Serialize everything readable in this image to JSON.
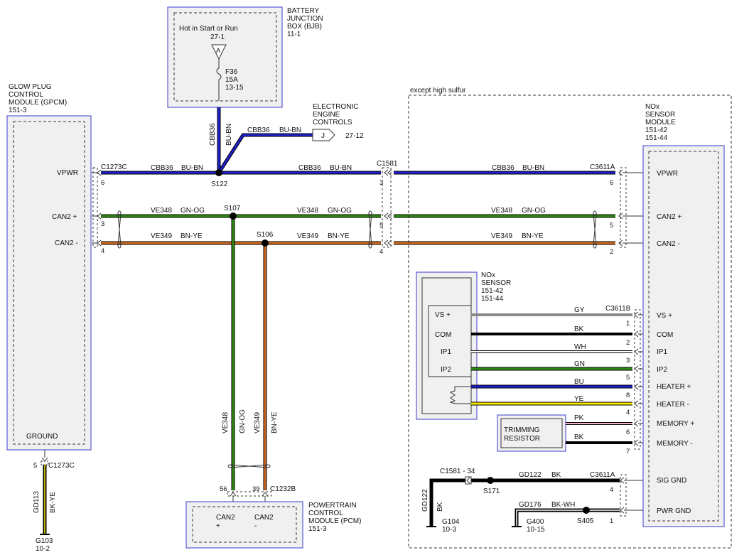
{
  "bjb": {
    "title_lines": [
      "BATTERY",
      "JUNCTION",
      "BOX (BJB)",
      "11-1"
    ],
    "hot_text": "Hot in Start or Run",
    "hot_ref": "27-1",
    "triangle": "A",
    "fuse_lines": [
      "F36",
      "15A",
      "13-15"
    ]
  },
  "gpcm": {
    "title_lines": [
      "GLOW PLUG",
      "CONTROL",
      "MODULE (GPCM)",
      "151-3"
    ],
    "pins": [
      "VPWR",
      "CAN2 +",
      "CAN2 -"
    ],
    "ground": "GROUND"
  },
  "eec": {
    "title_lines": [
      "ELECTRONIC",
      "ENGINE",
      "CONTROLS"
    ],
    "jumper": "J",
    "ref": "27-12"
  },
  "pcm": {
    "title_lines": [
      "POWERTRAIN",
      "CONTROL",
      "MODULE (PCM)",
      "151-3"
    ],
    "pin1": [
      "CAN2",
      "+"
    ],
    "pin2": [
      "CAN2",
      "-"
    ],
    "connector": "C1232B",
    "pin1_no": "56",
    "pin2_no": "39"
  },
  "nox_module": {
    "title_lines": [
      "NOx",
      "SENSOR",
      "MODULE",
      "151-42",
      "151-44"
    ],
    "pins": [
      "VPWR",
      "CAN2 +",
      "CAN2 -",
      "VS +",
      "COM",
      "IP1",
      "IP2",
      "HEATER +",
      "HEATER -",
      "MEMORY +",
      "MEMORY -",
      "SIG GND",
      "PWR GND"
    ]
  },
  "nox_sensor": {
    "title_lines": [
      "NOx",
      "SENSOR",
      "151-42",
      "151-44"
    ],
    "pins": [
      "VS +",
      "COM",
      "IP1",
      "IP2"
    ]
  },
  "trimming": {
    "lines": [
      "TRIMMING",
      "RESISTOR"
    ]
  },
  "except_label": "except high sulfur",
  "connectors": {
    "c1273c": "C1273C",
    "c1581": "C1581",
    "c3611a": "C3611A",
    "c3611b": "C3611B",
    "c1581_34": "C1581 - 34"
  },
  "splices": {
    "s122": "S122",
    "s107": "S107",
    "s106": "S106",
    "s171": "S171",
    "s405": "S405"
  },
  "wires": {
    "cbb36": "CBB36",
    "bu_bn": "BU-BN",
    "ve348": "VE348",
    "gn_og": "GN-OG",
    "ve349": "VE349",
    "bn_ye": "BN-YE",
    "gd113": "GD113",
    "bk_ye": "BK-YE",
    "gd122": "GD122",
    "bk": "BK",
    "gd176": "GD176",
    "bk_wh": "BK-WH",
    "gy": "GY",
    "wh": "WH",
    "gn": "GN",
    "bu": "BU",
    "ye": "YE",
    "pk": "PK"
  },
  "pin_numbers": {
    "gpcm_vpwr": "6",
    "gpcm_can_p": "3",
    "gpcm_can_n": "4",
    "gpcm_gnd": "5",
    "c1581_vpwr": "3",
    "c1581_can_p": "5",
    "c1581_can_n": "4",
    "c3611a_vpwr": "6",
    "c3611a_can_p": "5",
    "c3611a_can_n": "2",
    "b1": "1",
    "b2": "2",
    "b3": "3",
    "b5": "5",
    "b8": "8",
    "b4": "4",
    "b6": "6",
    "b7": "7",
    "siggnd": "4",
    "pwrgnd": "1"
  },
  "grounds": {
    "g103": [
      "G103",
      "10-2"
    ],
    "g104": [
      "G104",
      "10-3"
    ],
    "g400": [
      "G400",
      "10-15"
    ]
  },
  "colors": {
    "bu": "#1f1fcc",
    "gn": "#2e8b12",
    "og": "#d2691e",
    "bn": "#b04a10",
    "ye": "#f2ea00",
    "gy": "#8a8a8a",
    "pk": "#f4b6c2",
    "bk": "#000000",
    "box_border": "#5a5ad6",
    "box_fill": "#f0f0f0"
  }
}
